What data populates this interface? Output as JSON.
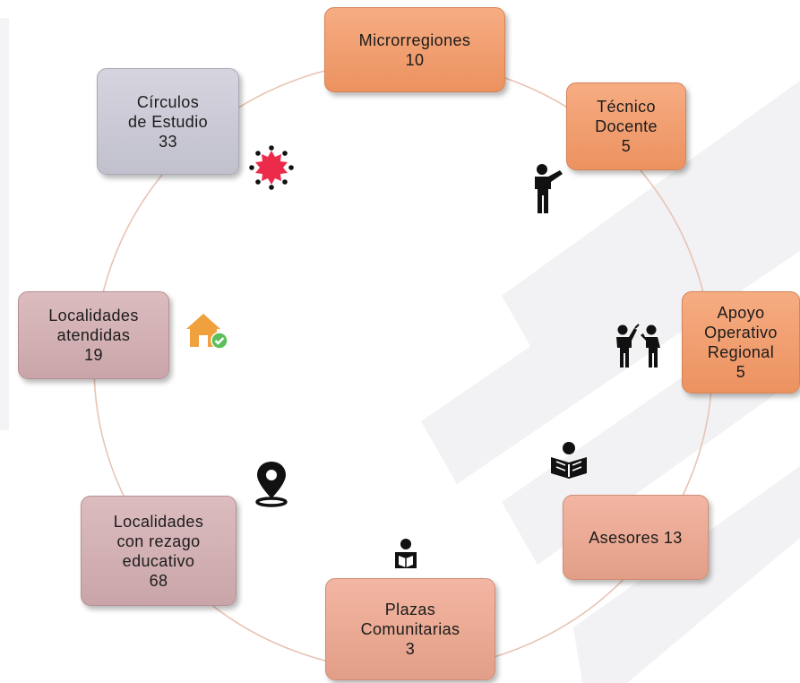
{
  "diagram": {
    "nodes": [
      {
        "id": "microrregiones",
        "label": "Microrregiones\n10"
      },
      {
        "id": "tecnico-docente",
        "label": "Técnico\nDocente\n5"
      },
      {
        "id": "apoyo-operativo",
        "label": "Apoyo\nOperativo\nRegional\n5"
      },
      {
        "id": "asesores",
        "label": "Asesores 13"
      },
      {
        "id": "plazas-comunitarias",
        "label": "Plazas\nComunitarias\n3"
      },
      {
        "id": "localidades-rezago",
        "label": "Localidades\ncon rezago\neducativo\n68"
      },
      {
        "id": "localidades-atendidas",
        "label": "Localidades\natendidas\n19"
      },
      {
        "id": "circulos-estudio",
        "label": "Círculos\nde Estudio\n33"
      }
    ],
    "icons": [
      "teacher-pointing-icon",
      "teamwork-people-icon",
      "reading-person-icon",
      "student-reading-icon",
      "location-pin-icon",
      "house-check-icon",
      "group-circle-icon"
    ],
    "colors": {
      "orange": "#f0a070",
      "salmon": "#eaa892",
      "grey": "#cbcad6",
      "mauve": "#d2b0b4",
      "ring": "#e6c2b2",
      "watermark": "#f1f1f3"
    }
  }
}
